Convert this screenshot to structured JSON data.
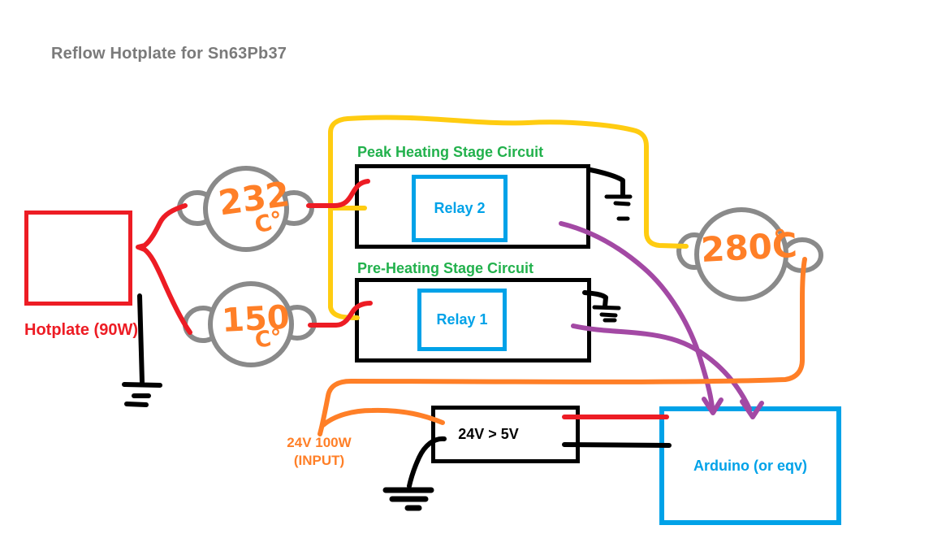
{
  "title": "Reflow Hotplate for Sn63Pb37",
  "labels": {
    "hotplate": "Hotplate (90W)",
    "peak_circuit": "Peak Heating Stage Circuit",
    "pre_circuit": "Pre-Heating Stage Circuit",
    "relay2": "Relay 2",
    "relay1": "Relay 1",
    "converter": "24V > 5V",
    "arduino": "Arduino (or eqv)",
    "input_line1": "24V 100W",
    "input_line2": "(INPUT)"
  },
  "thermostats": [
    {
      "name": "peak-stage-thermostat",
      "value": "232",
      "unit": "C°"
    },
    {
      "name": "pre-stage-thermostat",
      "value": "150",
      "unit": "C°"
    },
    {
      "name": "cutoff-thermostat",
      "value": "280C",
      "unit": "°"
    }
  ],
  "colors": {
    "wire_red": "#ED1C24",
    "wire_yellow": "#FFCC11",
    "wire_orange": "#FF7F27",
    "wire_purple": "#A349A4",
    "wire_black": "#000000",
    "label_green": "#22B14C",
    "box_blue": "#00A2E8",
    "thermostat_gray": "#8A8A8A",
    "title_gray": "#7A7A7A"
  }
}
